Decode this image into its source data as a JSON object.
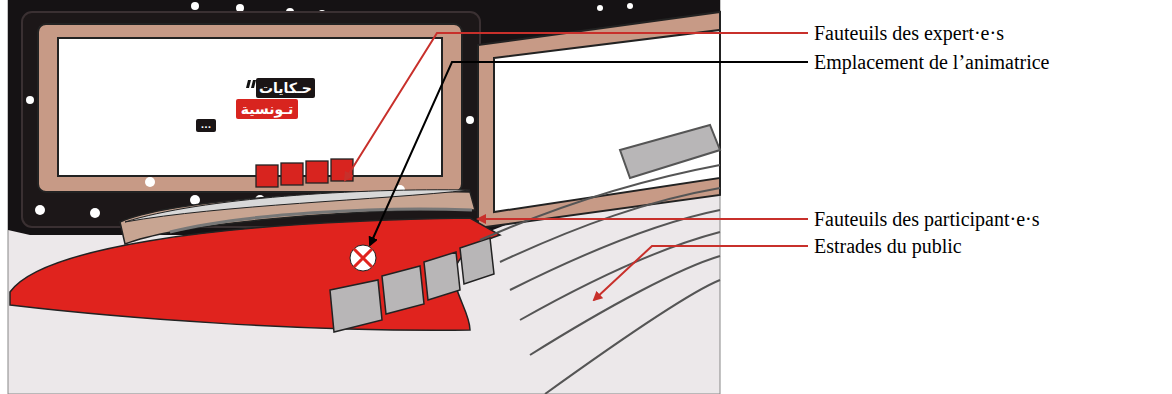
{
  "diagram": {
    "nodes": [
      {
        "text": [
          "حـكايات"
        ]
      },
      {
        "text": [
          "تـونسية"
        ]
      },
      {
        "text": [
          "..."
        ]
      }
    ],
    "labels": [
      "Fauteuils des expert·e·s",
      "Emplacement de l’animatrice",
      "Fauteuils des participant·e·s",
      "Estrades du public"
    ]
  }
}
